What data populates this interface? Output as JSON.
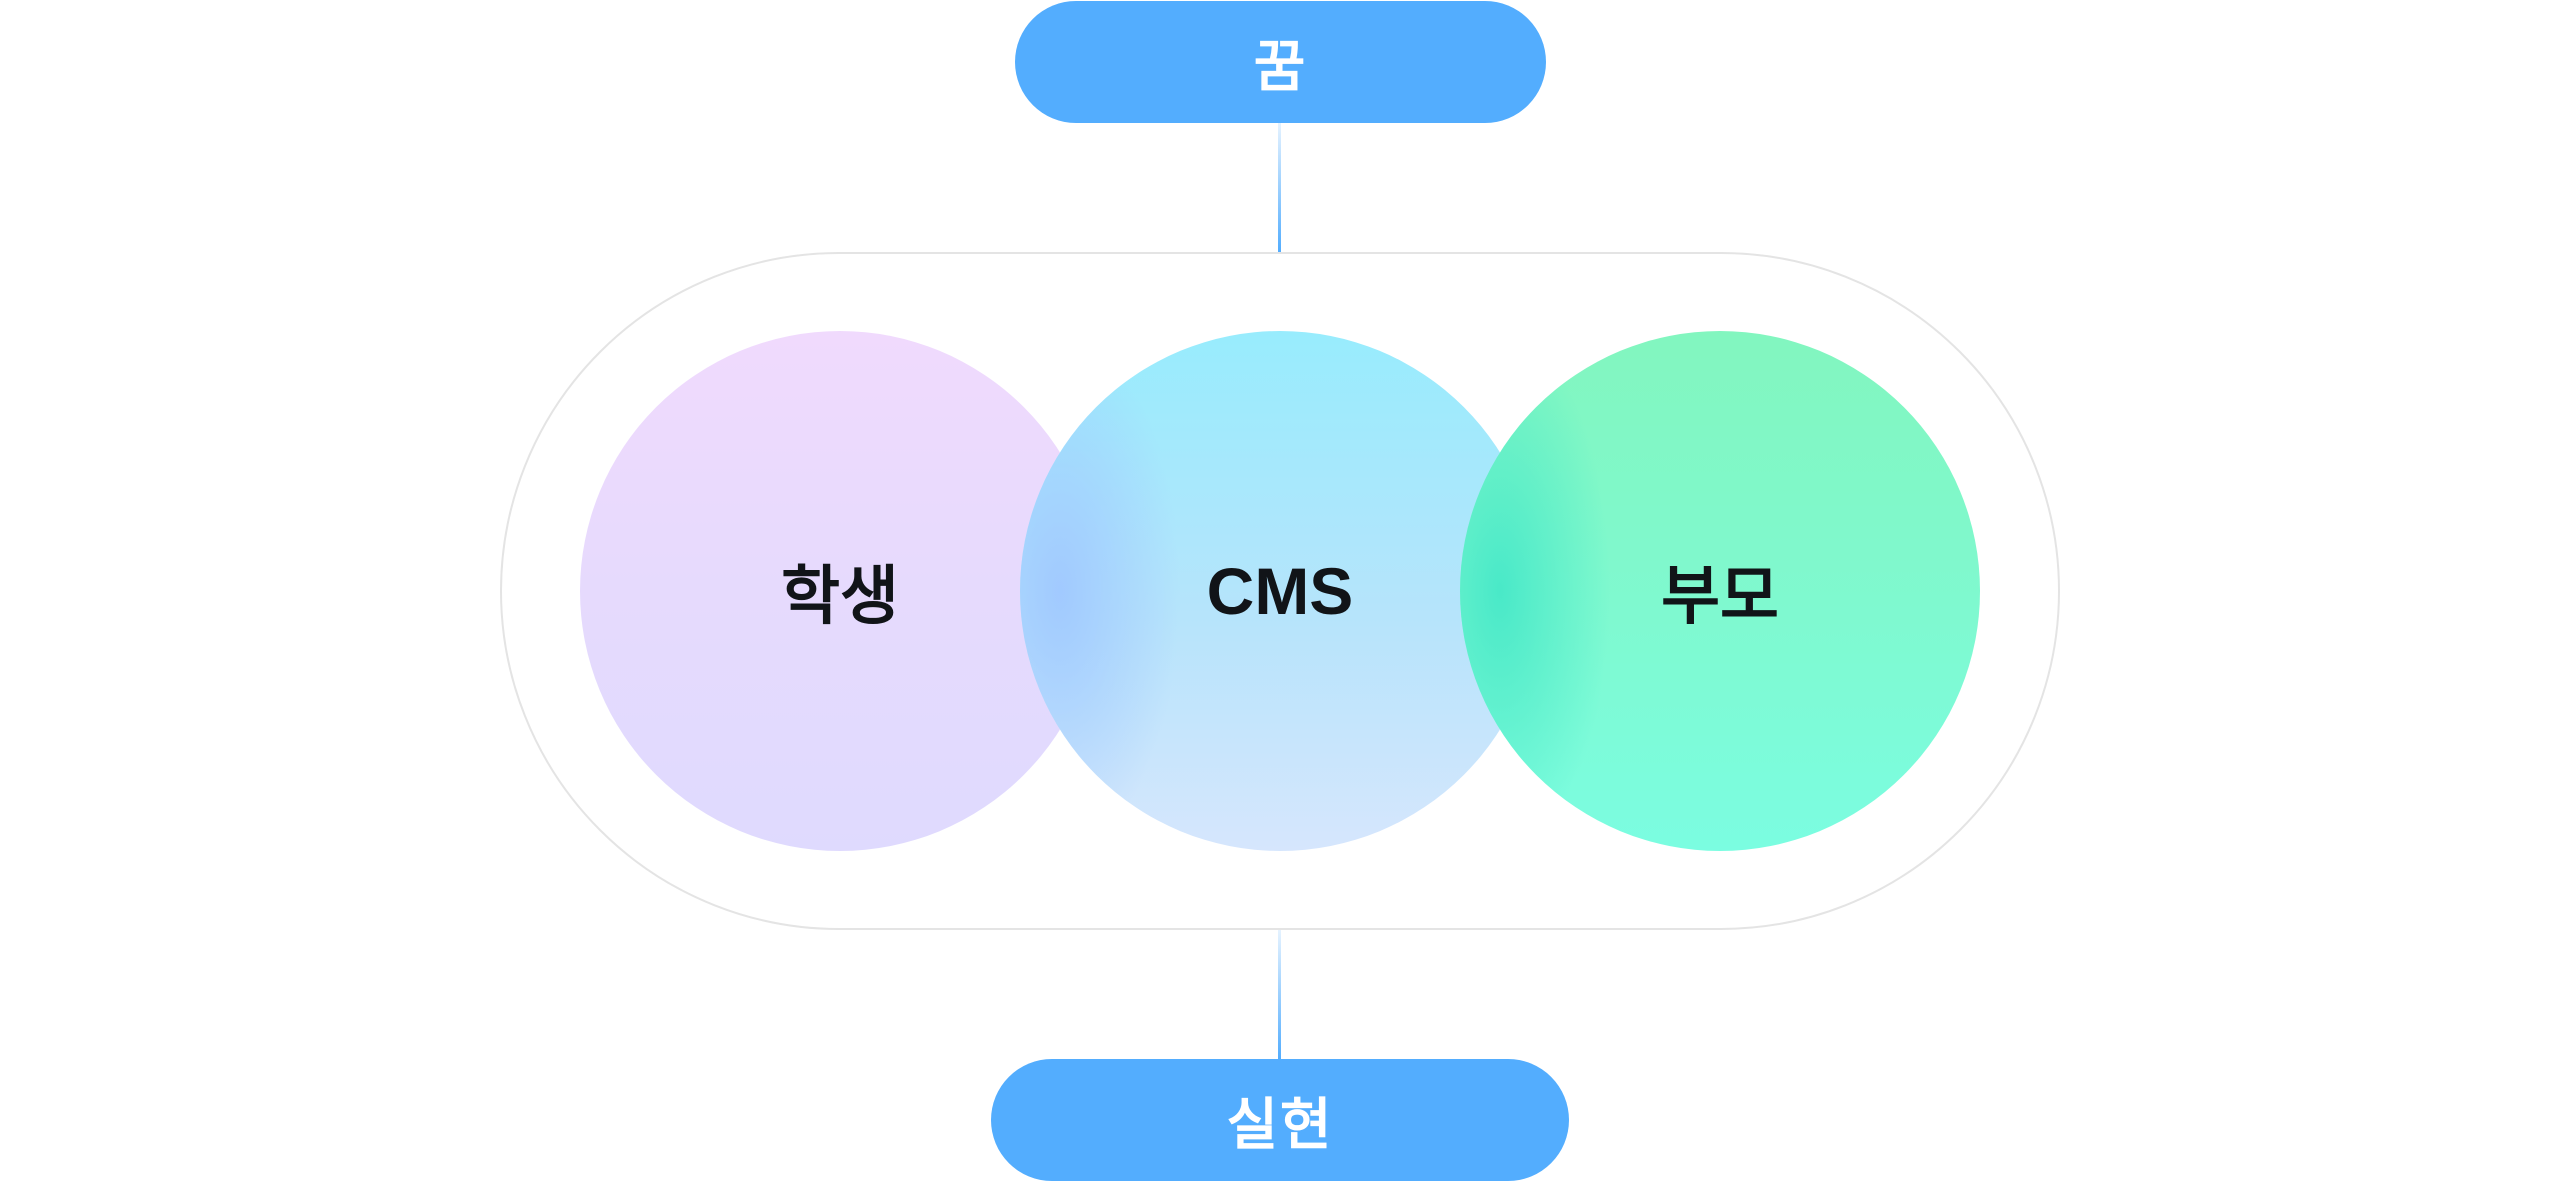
{
  "top_node": {
    "label": "꿈"
  },
  "bottom_node": {
    "label": "실현"
  },
  "circles": [
    {
      "label": "학생"
    },
    {
      "label": "CMS"
    },
    {
      "label": "부모"
    }
  ],
  "colors": {
    "pill": "#53adfe",
    "pill_text": "#ffffff",
    "capsule_border": "#e4e4e4",
    "student_fill": "#e6dafd",
    "cms_fill": "#b6e4fb",
    "parent_fill": "#7ff9d0",
    "label_text": "#111418"
  }
}
